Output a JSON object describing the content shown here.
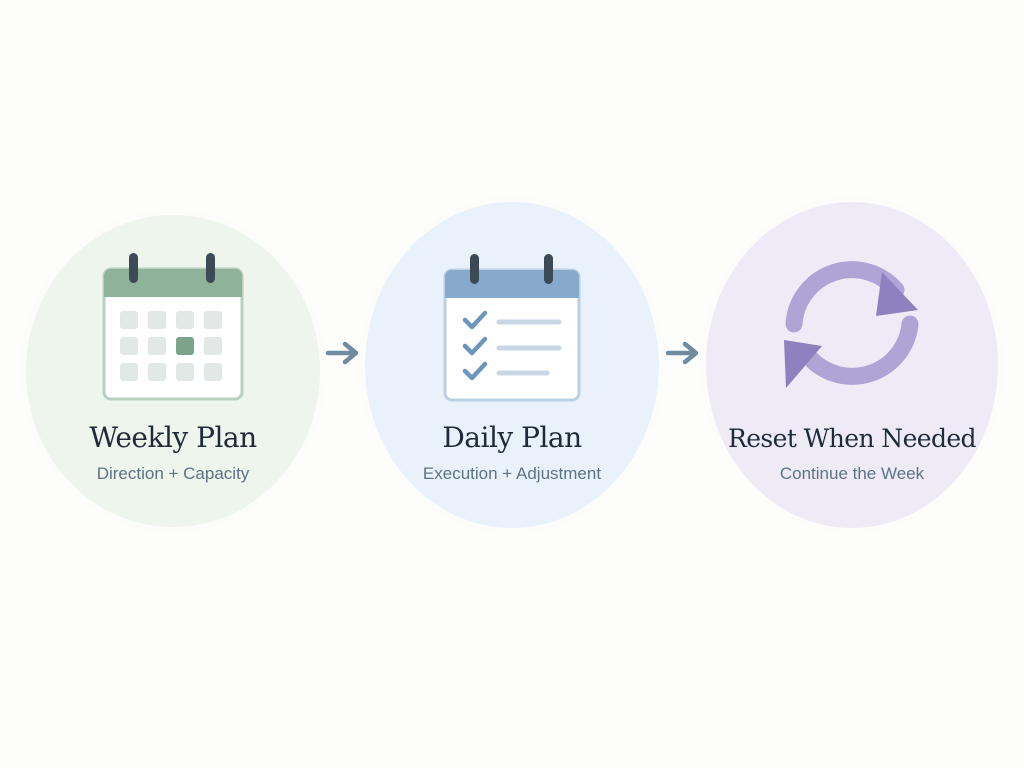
{
  "stages": [
    {
      "title": "Weekly Plan",
      "subtitle": "Direction + Capacity",
      "icon": "calendar-grid-icon",
      "color": "#8fb39a"
    },
    {
      "title": "Daily Plan",
      "subtitle": "Execution + Adjustment",
      "icon": "calendar-checklist-icon",
      "color": "#86a9cc"
    },
    {
      "title": "Reset When Needed",
      "subtitle": "Continue the Week",
      "icon": "refresh-cycle-icon",
      "color": "#9f93cb"
    }
  ],
  "connector_color": "#6f8ba0"
}
